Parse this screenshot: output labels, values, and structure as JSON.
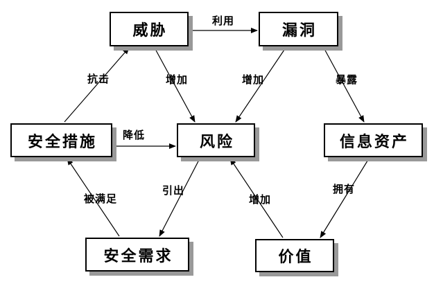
{
  "diagram": {
    "title": "information-security-risk-relationship-diagram",
    "nodes": {
      "threat": {
        "label": "威胁"
      },
      "vulnerability": {
        "label": "漏洞"
      },
      "safeguards": {
        "label": "安全措施"
      },
      "risk": {
        "label": "风险"
      },
      "assets": {
        "label": "信息资产"
      },
      "requirements": {
        "label": "安全需求"
      },
      "value": {
        "label": "价值"
      }
    }
  },
  "edges": [
    {
      "from": "威胁",
      "to": "漏洞",
      "label": "利用"
    },
    {
      "from": "安全措施",
      "to": "威胁",
      "label": "抗击"
    },
    {
      "from": "威胁",
      "to": "风险",
      "label": "增加"
    },
    {
      "from": "漏洞",
      "to": "风险",
      "label": "增加"
    },
    {
      "from": "漏洞",
      "to": "信息资产",
      "label": "暴露"
    },
    {
      "from": "安全措施",
      "to": "风险",
      "label": "降低"
    },
    {
      "from": "安全需求",
      "to": "安全措施",
      "label": "被满足"
    },
    {
      "from": "风险",
      "to": "安全需求",
      "label": "引出"
    },
    {
      "from": "价值",
      "to": "风险",
      "label": "增加"
    },
    {
      "from": "信息资产",
      "to": "价值",
      "label": "拥有"
    }
  ],
  "colors": {
    "background": "#ffffff",
    "box_fill": "#ffffff",
    "box_border": "#000000",
    "box_shadow": "#999999",
    "line": "#000000",
    "text": "#000000"
  }
}
